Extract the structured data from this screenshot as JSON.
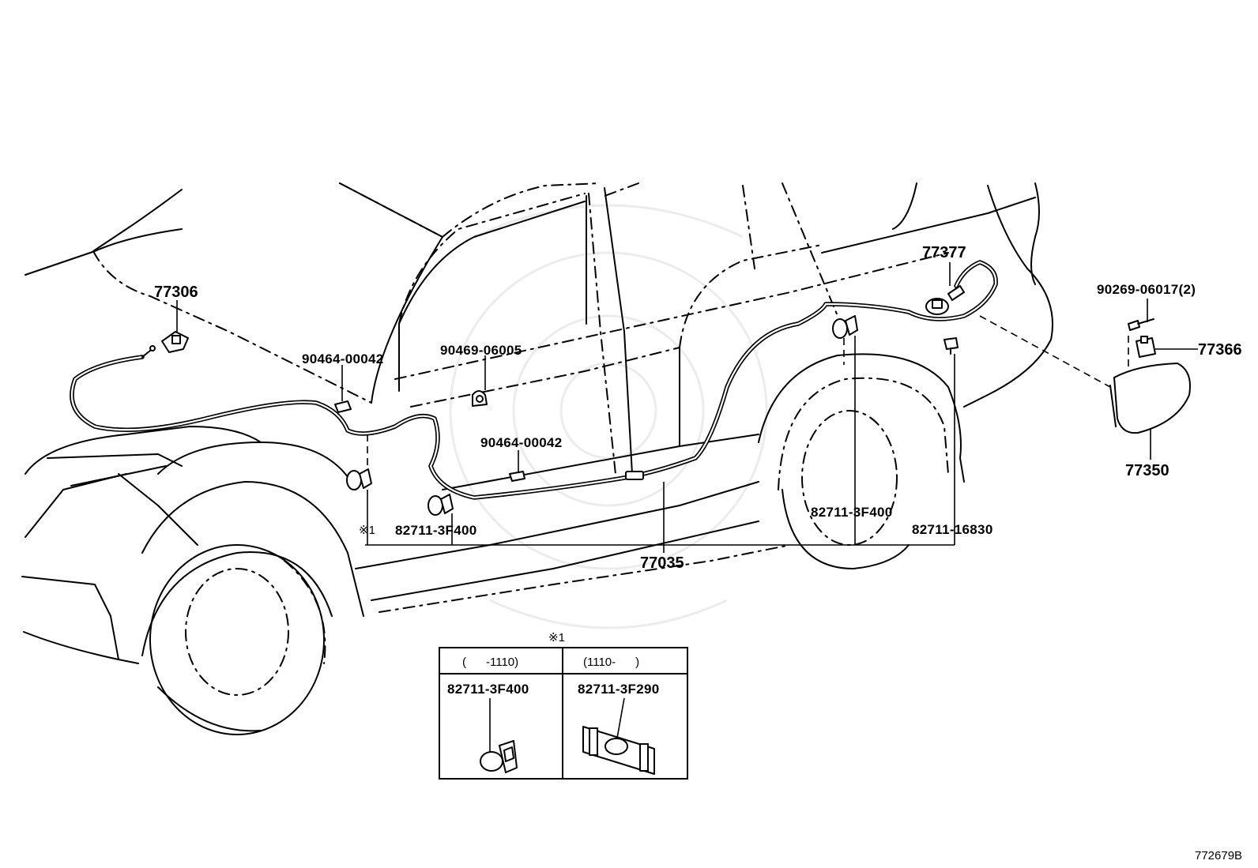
{
  "diagram": {
    "part_labels": {
      "hood_lock": "77306",
      "clip_fender": "90464-00042",
      "clip_door": "90469-06005",
      "clip_sill": "90464-00042",
      "clamp_front": "82711-3F400",
      "cable_assy": "77035",
      "clamp_rear": "82711-3F400",
      "clamp_rear2": "82711-16830",
      "opener_lock": "77377",
      "screw": "90269-06017(2)",
      "hinge": "77366",
      "fuel_lid": "77350"
    },
    "note_mark": "※1",
    "inset": {
      "title": "※1",
      "col1_header": "(      -1110)",
      "col2_header": "(1110-      )",
      "col1_part": "82711-3F400",
      "col2_part": "82711-3F290"
    },
    "illustration_code": "772679B"
  }
}
